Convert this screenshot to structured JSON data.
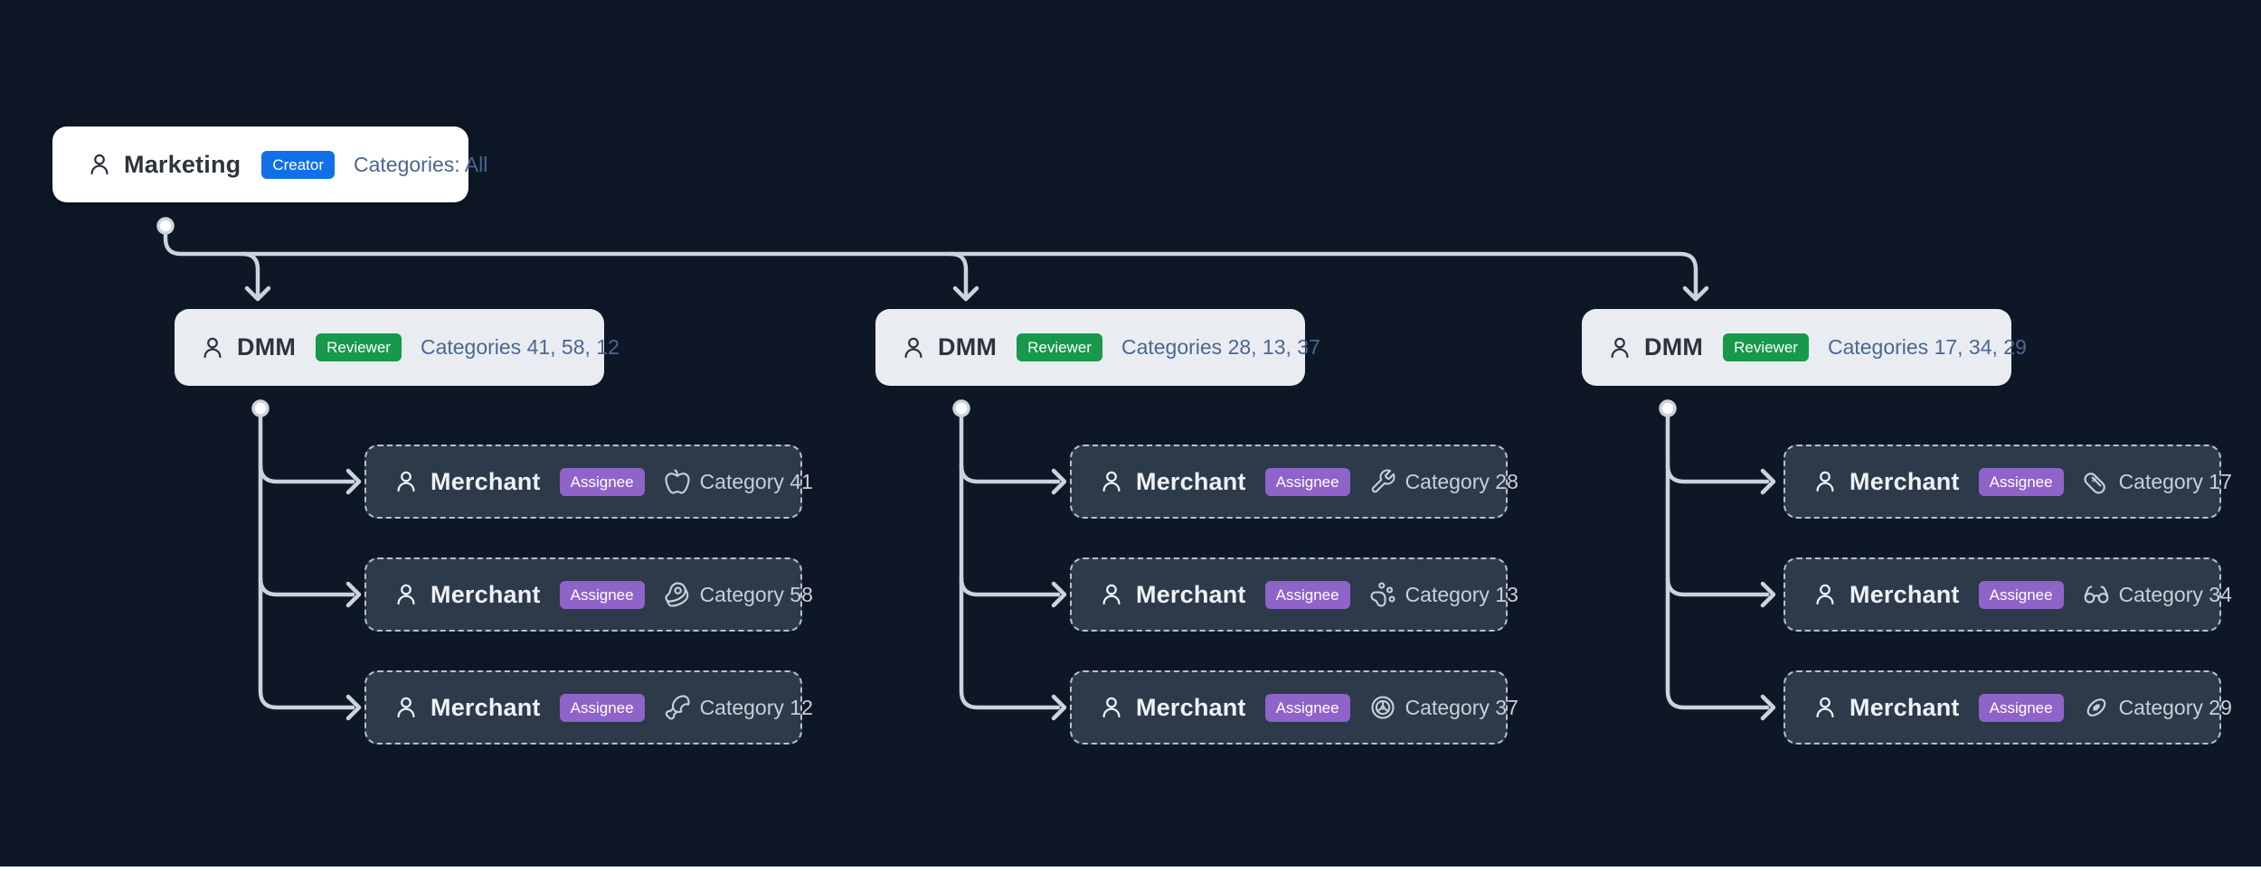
{
  "diagram": {
    "root": {
      "label": "Marketing",
      "role_badge": "Creator",
      "categories": "Categories: All"
    },
    "managers": [
      {
        "label": "DMM",
        "role_badge": "Reviewer",
        "categories": "Categories 41, 58, 12",
        "children": [
          {
            "label": "Merchant",
            "role_badge": "Assignee",
            "category": "Category 41",
            "icon": "apple-icon"
          },
          {
            "label": "Merchant",
            "role_badge": "Assignee",
            "category": "Category 58",
            "icon": "beef-icon"
          },
          {
            "label": "Merchant",
            "role_badge": "Assignee",
            "category": "Category 12",
            "icon": "drumstick-icon"
          }
        ]
      },
      {
        "label": "DMM",
        "role_badge": "Reviewer",
        "categories": "Categories 28, 13, 37",
        "children": [
          {
            "label": "Merchant",
            "role_badge": "Assignee",
            "category": "Category 28",
            "icon": "wrench-icon"
          },
          {
            "label": "Merchant",
            "role_badge": "Assignee",
            "category": "Category 13",
            "icon": "paw-print-icon"
          },
          {
            "label": "Merchant",
            "role_badge": "Assignee",
            "category": "Category 37",
            "icon": "wheel-icon"
          }
        ]
      },
      {
        "label": "DMM",
        "role_badge": "Reviewer",
        "categories": "Categories 17, 34, 29",
        "children": [
          {
            "label": "Merchant",
            "role_badge": "Assignee",
            "category": "Category 17",
            "icon": "pill-icon"
          },
          {
            "label": "Merchant",
            "role_badge": "Assignee",
            "category": "Category 34",
            "icon": "glasses-icon"
          },
          {
            "label": "Merchant",
            "role_badge": "Assignee",
            "category": "Category 29",
            "icon": "football-icon"
          }
        ]
      }
    ],
    "colors": {
      "background": "#0d1726",
      "edge": "#cbd4dc",
      "creator_badge": "#1170e8",
      "reviewer_badge": "#17984b",
      "assignee_badge": "#8f63c9",
      "categories_link": "#4a6792",
      "root_node_bg": "#ffffff",
      "dmm_node_bg": "#e9edf2",
      "merchant_node_bg": "#2d3a49",
      "merchant_border": "#b6c1cc"
    }
  }
}
